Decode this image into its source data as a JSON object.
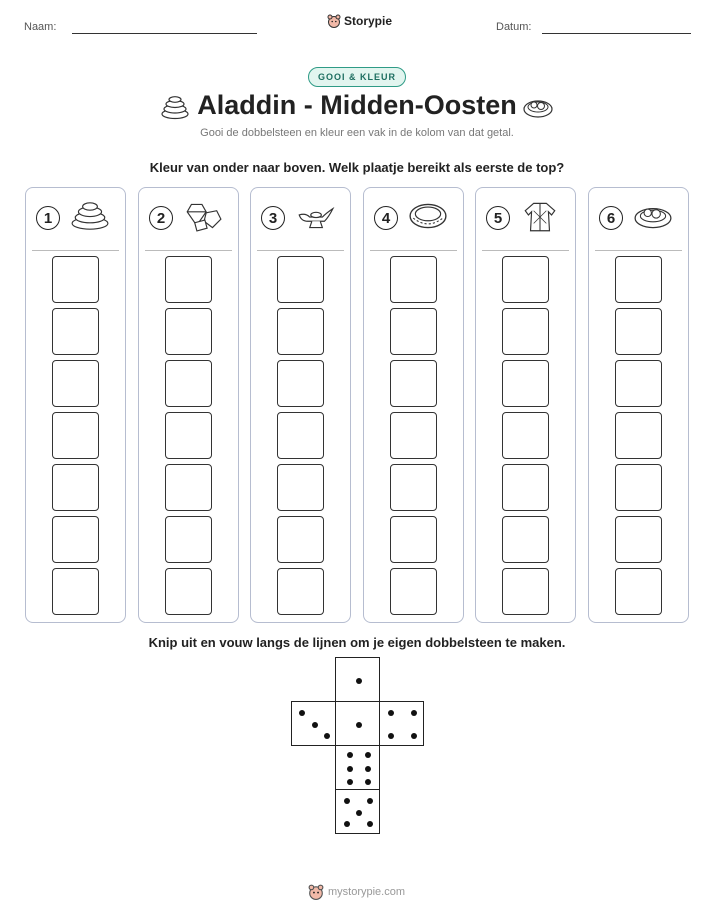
{
  "header": {
    "name_label": "Naam:",
    "date_label": "Datum:",
    "brand": "Storypie"
  },
  "badge": "GOOI & KLEUR",
  "title": "Aladdin - Midden-Oosten",
  "subtitle": "Gooi de dobbelsteen en kleur een vak in de kolom van dat getal.",
  "instruction": "Kleur van onder naar boven. Welk plaatje bereikt als eerste de top?",
  "columns": [
    {
      "number": "1",
      "icon": "coins-pile-icon"
    },
    {
      "number": "2",
      "icon": "gems-icon"
    },
    {
      "number": "3",
      "icon": "magic-lamp-icon"
    },
    {
      "number": "4",
      "icon": "bracelet-icon"
    },
    {
      "number": "5",
      "icon": "robe-icon"
    },
    {
      "number": "6",
      "icon": "food-plate-icon"
    }
  ],
  "boxes_per_column": 7,
  "die_instruction": "Knip uit en vouw langs de lijnen om je eigen dobbelsteen te maken.",
  "die_faces": [
    1,
    3,
    1,
    4,
    6,
    5
  ],
  "footer": "mystorypie.com",
  "colors": {
    "accent": "#2f9b86",
    "badge_bg": "#e2f5ef",
    "column_border": "#b6bdd0"
  }
}
